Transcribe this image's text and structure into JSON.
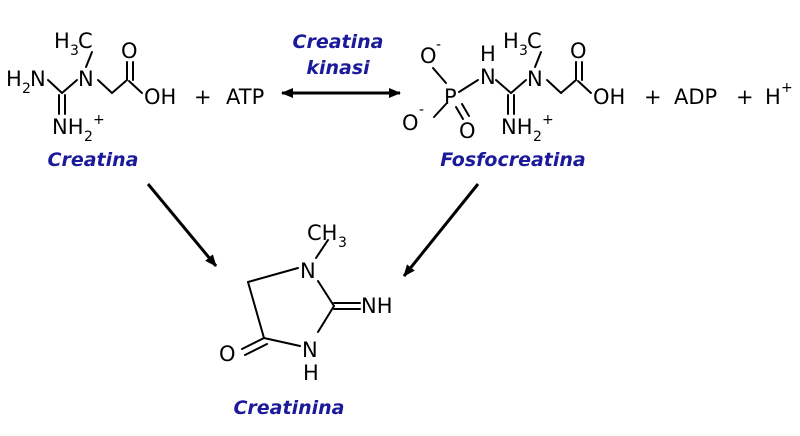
{
  "colors": {
    "label": "#1a1a9a",
    "structure": "#000000"
  },
  "enzyme": {
    "line1": "Creatina",
    "line2": "kinasi"
  },
  "labels": {
    "creatine": "Creatina",
    "phosphocreatine": "Fosfocreatina",
    "creatinine": "Creatinina"
  },
  "equation": {
    "plus": "+",
    "atp": "ATP",
    "adp": "ADP",
    "h": "H",
    "h_charge": "+"
  },
  "atoms": {
    "h": "H",
    "n": "N",
    "o": "O",
    "oh": "OH",
    "p": "P",
    "c": "C",
    "three": "3",
    "two": "2",
    "nh": "NH",
    "h2n": "H",
    "cation": "+",
    "anion": "-",
    "ch": "CH"
  }
}
